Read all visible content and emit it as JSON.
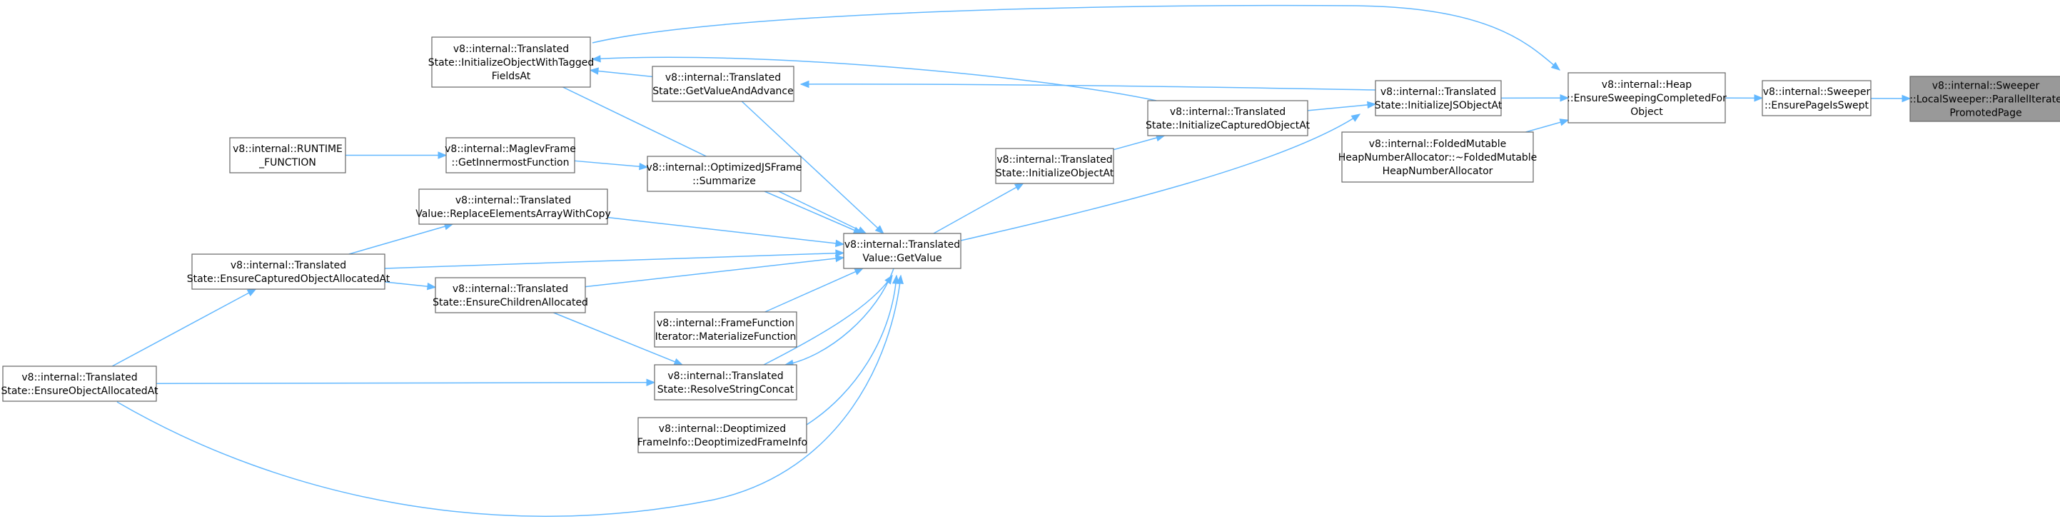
{
  "graph": {
    "nodes": [
      {
        "id": "n1",
        "name": "node-sweeper-parallel-iterate",
        "lines": [
          "v8::internal::Sweeper",
          "::LocalSweeper::ParallelIterate",
          "PromotedPage"
        ],
        "root": true
      },
      {
        "id": "n2",
        "name": "node-sweeper-ensure-page-is-swept",
        "lines": [
          "v8::internal::Sweeper",
          "::EnsurePageIsSwept"
        ]
      },
      {
        "id": "n3",
        "name": "node-heap-ensure-sweeping-completed",
        "lines": [
          "v8::internal::Heap",
          "::EnsureSweepingCompletedFor",
          "Object"
        ]
      },
      {
        "id": "n4",
        "name": "node-initialize-js-object-at",
        "lines": [
          "v8::internal::Translated",
          "State::InitializeJSObjectAt"
        ]
      },
      {
        "id": "n5",
        "name": "node-folded-mutable-heap-number-allocator",
        "lines": [
          "v8::internal::FoldedMutable",
          "HeapNumberAllocator::~FoldedMutable",
          "HeapNumberAllocator"
        ]
      },
      {
        "id": "n6",
        "name": "node-initialize-captured-object-at",
        "lines": [
          "v8::internal::Translated",
          "State::InitializeCapturedObjectAt"
        ]
      },
      {
        "id": "n7",
        "name": "node-initialize-object-at",
        "lines": [
          "v8::internal::Translated",
          "State::InitializeObjectAt"
        ]
      },
      {
        "id": "n8",
        "name": "node-initialize-object-with-tagged-fields-at",
        "lines": [
          "v8::internal::Translated",
          "State::InitializeObjectWithTagged",
          "FieldsAt"
        ]
      },
      {
        "id": "n9",
        "name": "node-get-value-and-advance",
        "lines": [
          "v8::internal::Translated",
          "State::GetValueAndAdvance"
        ]
      },
      {
        "id": "n10",
        "name": "node-translated-value-get-value",
        "lines": [
          "v8::internal::Translated",
          "Value::GetValue"
        ]
      },
      {
        "id": "n11",
        "name": "node-runtime-function",
        "lines": [
          "v8::internal::RUNTIME",
          "_FUNCTION"
        ]
      },
      {
        "id": "n12",
        "name": "node-maglev-frame-get-innermost-function",
        "lines": [
          "v8::internal::MaglevFrame",
          "::GetInnermostFunction"
        ]
      },
      {
        "id": "n13",
        "name": "node-optimized-js-frame-summarize",
        "lines": [
          "v8::internal::OptimizedJSFrame",
          "::Summarize"
        ]
      },
      {
        "id": "n14",
        "name": "node-replace-elements-array-with-copy",
        "lines": [
          "v8::internal::Translated",
          "Value::ReplaceElementsArrayWithCopy"
        ]
      },
      {
        "id": "n15",
        "name": "node-ensure-captured-object-allocated-at",
        "lines": [
          "v8::internal::Translated",
          "State::EnsureCapturedObjectAllocatedAt"
        ]
      },
      {
        "id": "n16",
        "name": "node-ensure-children-allocated",
        "lines": [
          "v8::internal::Translated",
          "State::EnsureChildrenAllocated"
        ]
      },
      {
        "id": "n17",
        "name": "node-frame-function-iterator-materialize",
        "lines": [
          "v8::internal::FrameFunction",
          "Iterator::MaterializeFunction"
        ]
      },
      {
        "id": "n18",
        "name": "node-resolve-string-concat",
        "lines": [
          "v8::internal::Translated",
          "State::ResolveStringConcat"
        ]
      },
      {
        "id": "n19",
        "name": "node-ensure-object-allocated-at",
        "lines": [
          "v8::internal::Translated",
          "State::EnsureObjectAllocatedAt"
        ]
      },
      {
        "id": "n20",
        "name": "node-deoptimized-frame-info",
        "lines": [
          "v8::internal::Deoptimized",
          "FrameInfo::DeoptimizedFrameInfo"
        ]
      }
    ],
    "edges": [
      {
        "from": "n2",
        "to": "n1"
      },
      {
        "from": "n3",
        "to": "n2"
      },
      {
        "from": "n4",
        "to": "n3"
      },
      {
        "from": "n5",
        "to": "n3"
      },
      {
        "from": "n8",
        "to": "n3"
      },
      {
        "from": "n6",
        "to": "n4"
      },
      {
        "from": "n4",
        "to": "n9"
      },
      {
        "from": "n10",
        "to": "n4"
      },
      {
        "from": "n7",
        "to": "n6"
      },
      {
        "from": "n6",
        "to": "n8"
      },
      {
        "from": "n10",
        "to": "n7"
      },
      {
        "from": "n9",
        "to": "n8"
      },
      {
        "from": "n8",
        "to": "n10"
      },
      {
        "from": "n9",
        "to": "n10"
      },
      {
        "from": "n13",
        "to": "n10"
      },
      {
        "from": "n14",
        "to": "n10"
      },
      {
        "from": "n15",
        "to": "n10"
      },
      {
        "from": "n16",
        "to": "n10"
      },
      {
        "from": "n17",
        "to": "n10"
      },
      {
        "from": "n18",
        "to": "n10"
      },
      {
        "from": "n20",
        "to": "n10"
      },
      {
        "from": "n19",
        "to": "n10"
      },
      {
        "from": "n10",
        "to": "n18"
      },
      {
        "from": "n11",
        "to": "n12"
      },
      {
        "from": "n12",
        "to": "n13"
      },
      {
        "from": "n15",
        "to": "n14"
      },
      {
        "from": "n15",
        "to": "n16"
      },
      {
        "from": "n19",
        "to": "n15"
      },
      {
        "from": "n16",
        "to": "n18"
      },
      {
        "from": "n19",
        "to": "n18"
      }
    ]
  }
}
